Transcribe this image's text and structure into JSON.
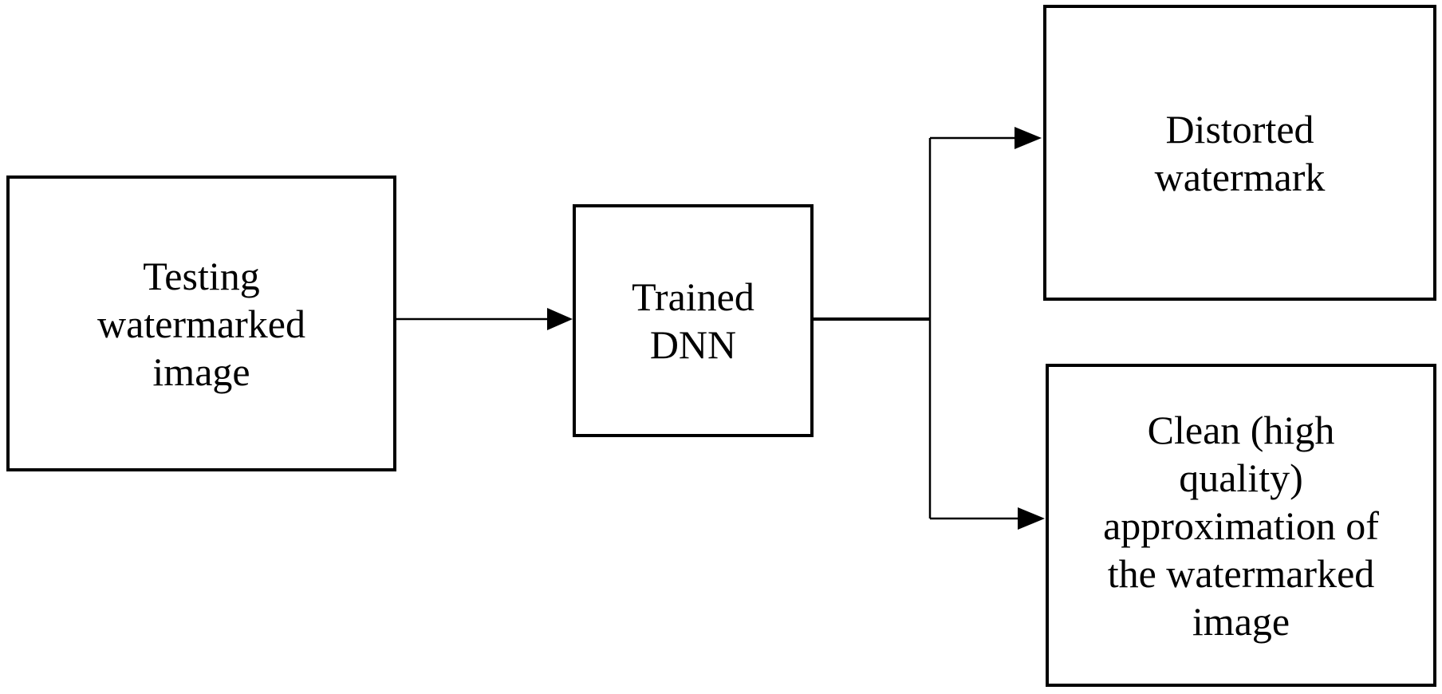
{
  "nodes": {
    "input": {
      "label": "Testing\nwatermarked\nimage"
    },
    "dnn": {
      "label": "Trained\nDNN"
    },
    "distorted_watermark": {
      "label": "Distorted\nwatermark"
    },
    "clean_image": {
      "label": "Clean (high\nquality)\napproximation of\nthe watermarked\nimage"
    }
  },
  "edges": [
    {
      "from": "input",
      "to": "dnn"
    },
    {
      "from": "dnn",
      "to": "distorted_watermark"
    },
    {
      "from": "dnn",
      "to": "clean_image"
    }
  ],
  "colors": {
    "stroke": "#000000",
    "background": "#ffffff"
  }
}
